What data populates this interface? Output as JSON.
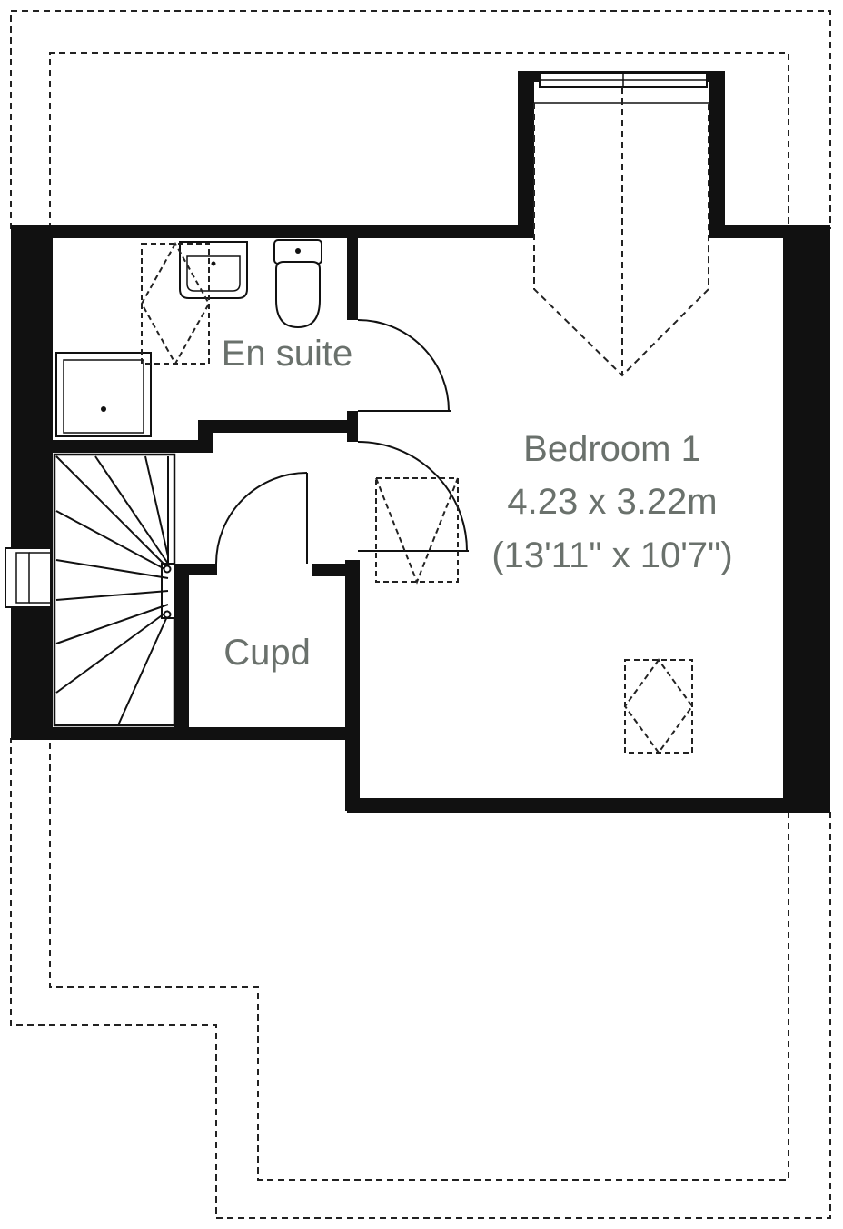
{
  "rooms": {
    "ensuite": {
      "label": "En suite"
    },
    "bedroom": {
      "label": "Bedroom 1",
      "metric": "4.23 x 3.22m",
      "imperial": "(13'11\" x 10'7\")"
    },
    "cupboard": {
      "label": "Cupd"
    }
  },
  "colors": {
    "wall": "#111111",
    "text": "#6a716c",
    "dashed": "#222222",
    "background": "#ffffff"
  }
}
